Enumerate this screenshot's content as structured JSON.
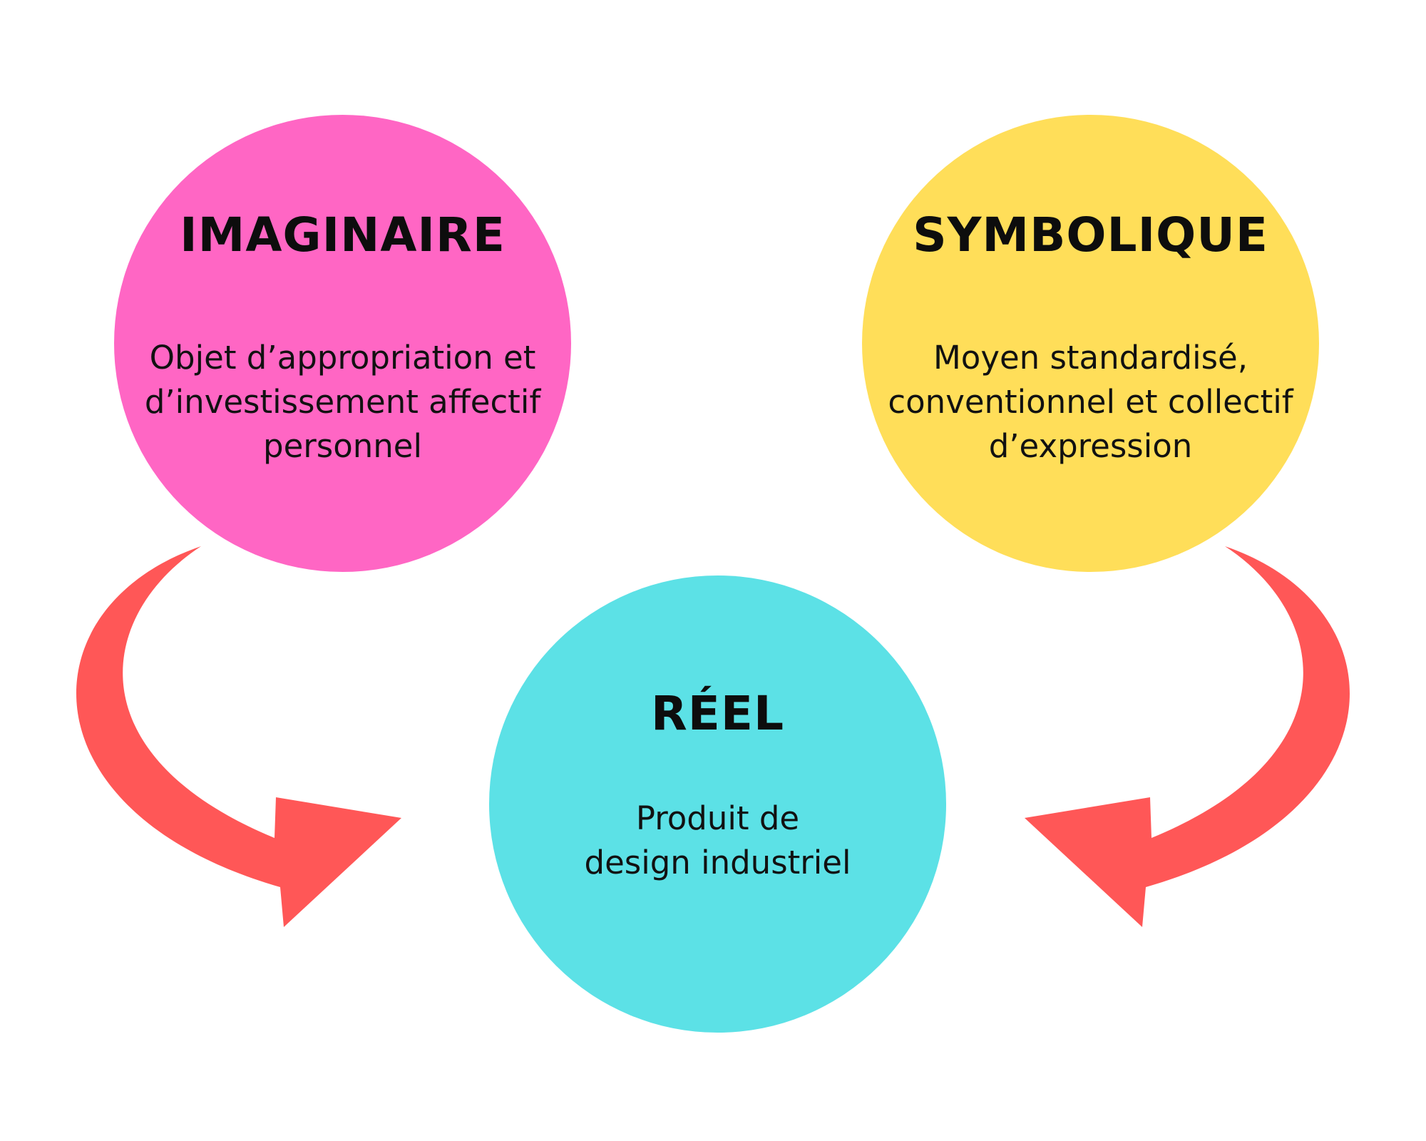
{
  "colors": {
    "background": "#ffffff",
    "imaginaire": "#ff66c4",
    "symbolique": "#ffde59",
    "reel": "#5ce1e6",
    "arrow": "#ff5757",
    "text": "#0d0d0d"
  },
  "nodes": {
    "imaginaire": {
      "title": "IMAGINAIRE",
      "lines": [
        "Objet d’appropriation et",
        "d’investissement affectif",
        "personnel"
      ]
    },
    "symbolique": {
      "title": "SYMBOLIQUE",
      "lines": [
        "Moyen standardisé,",
        "conventionnel et collectif",
        "d’expression"
      ]
    },
    "reel": {
      "title": "RÉEL",
      "lines": [
        "Produit de",
        "design industriel"
      ]
    }
  },
  "edges": [
    {
      "from": "IMAGINAIRE",
      "to": "RÉEL"
    },
    {
      "from": "SYMBOLIQUE",
      "to": "RÉEL"
    }
  ]
}
